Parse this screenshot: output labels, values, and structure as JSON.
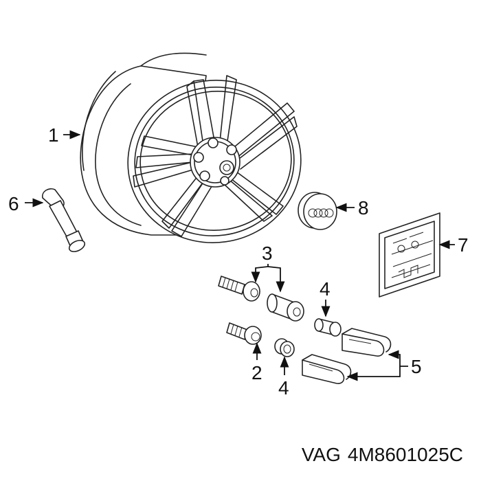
{
  "callouts": {
    "c1": "1",
    "c2": "2",
    "c3": "3",
    "c4_upper": "4",
    "c4_lower": "4",
    "c5": "5",
    "c6": "6",
    "c7": "7",
    "c8": "8"
  },
  "caption": {
    "brand": "VAG",
    "part_number": "4M8601025C"
  },
  "icons": {
    "center_cap_logo": "four-rings-logo"
  }
}
